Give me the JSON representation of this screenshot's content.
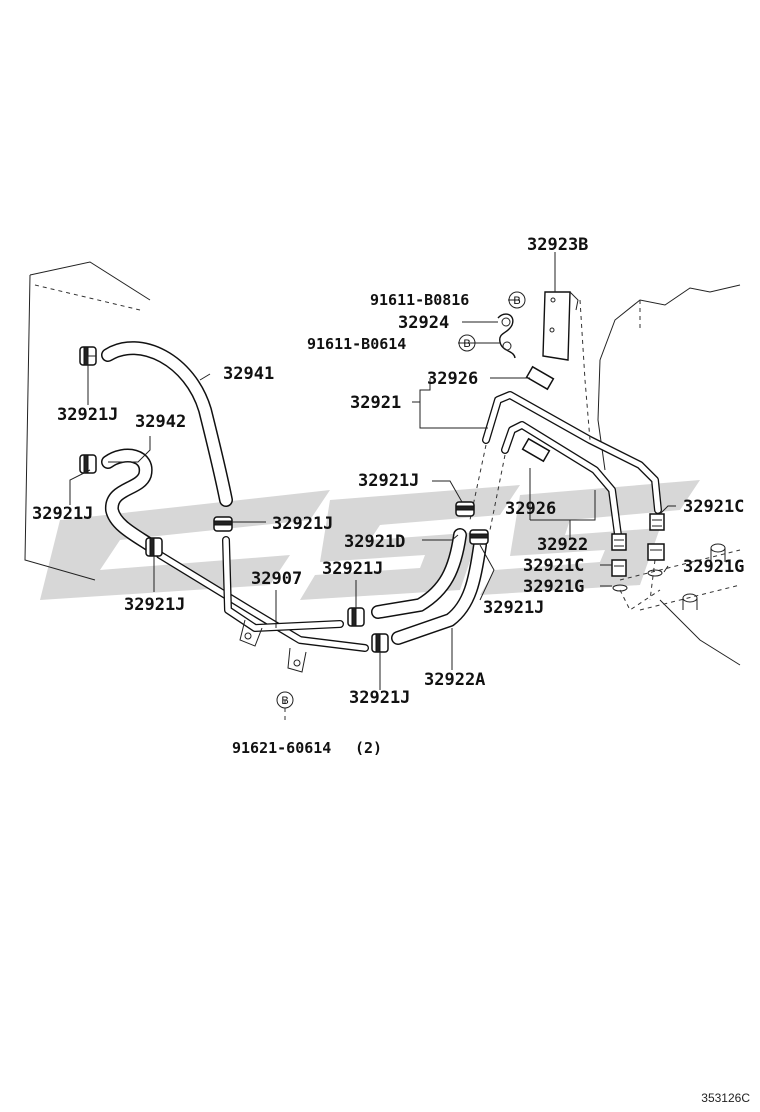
{
  "diagram": {
    "part_numbers": {
      "p32923B": "32923B",
      "p91611_B0816": "91611-B0816",
      "p32924": "32924",
      "p91611_B0614": "91611-B0614",
      "p32941": "32941",
      "p32926_top": "32926",
      "p32921": "32921",
      "p32921J_1": "32921J",
      "p32942": "32942",
      "p32921J_2": "32921J",
      "p32921J_3": "32921J",
      "p32921J_4": "32921J",
      "p32921D": "32921D",
      "p32926_mid": "32926",
      "p32921C_right": "32921C",
      "p32922": "32922",
      "p32921J_5": "32921J",
      "p32907": "32907",
      "p32921C_mid": "32921C",
      "p32921G_right": "32921G",
      "p32921J_6": "32921J",
      "p32921G_mid": "32921G",
      "p32921J_7": "32921J",
      "p32922A": "32922A",
      "p32921J_8": "32921J",
      "p91621_60614": "91621-60614",
      "qty_91621": "(2)"
    },
    "bolt_marks": {
      "b1": "B",
      "b2": "B",
      "b3": "B"
    },
    "footer": {
      "illustration_code": "353126C"
    }
  }
}
